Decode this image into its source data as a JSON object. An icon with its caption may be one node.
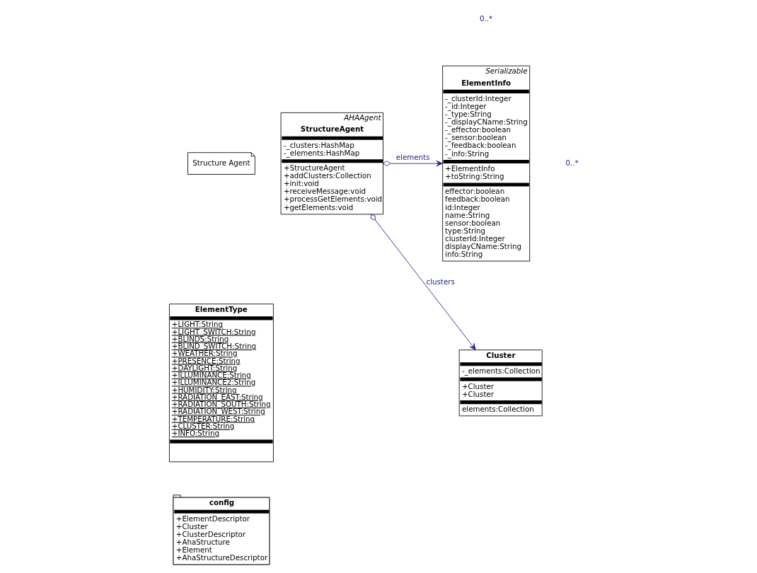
{
  "diagram": {
    "nodes": [
      {
        "text": [
          "Structure Agent"
        ]
      },
      {
        "text": [
          "AHAAgent",
          "StructureAgent",
          "-_clusters:HashMap",
          "-_elements:HashMap",
          "+StructureAgent",
          "+addClusters:Collection",
          "+init:void",
          "+receiveMessage:void",
          "+processGetElements:void",
          "+getElements:void"
        ]
      },
      {
        "text": [
          "Serializable",
          "ElementInfo",
          "-_clusterId:Integer",
          "-_id:Integer",
          "-_type:String",
          "-_displayCName:String",
          "-_effector:boolean",
          "-_sensor:boolean",
          "-_feedback:boolean",
          "-_info:String",
          "+ElementInfo",
          "+toString:String",
          "effector:boolean",
          "feedback:boolean",
          "id:Integer",
          "name:String",
          "sensor:boolean",
          "type:String",
          "clusterId:Integer",
          "displayCName:String",
          "info:String"
        ]
      },
      {
        "text": [
          "ElementType",
          "+LIGHT:String",
          "+LIGHT_SWITCH:String",
          "+BLINDS:String",
          "+BLIND_SWITCH:String",
          "+WEATHER:String",
          "+PRESENCE:String",
          "+DAYLIGHT:String",
          "+ILLUMINANCE:String",
          "+ILLUMINANCE2:String",
          "+HUMIDITY:String",
          "+RADIATION_EAST:String",
          "+RADIATION_SOUTH:String",
          "+RADIATION_WEST:String",
          "+TEMPERATURE:String",
          "+CLUSTER:String",
          "+INFO:String"
        ]
      },
      {
        "text": [
          "Cluster",
          "-_elements:Collection",
          "+Cluster",
          "+Cluster",
          "elements:Collection"
        ]
      },
      {
        "text": [
          "config",
          "+ElementDescriptor",
          "+Cluster",
          "+ClusterDescriptor",
          "+AhaStructure",
          "+Element",
          "+AhaStructureDescriptor"
        ]
      }
    ],
    "edges": [
      {
        "from": 1,
        "to": 2,
        "arrow": "to",
        "label": "elements"
      },
      {
        "from": 1,
        "to": 4,
        "arrow": "to",
        "label": "clusters"
      }
    ],
    "labels": [
      "0..*",
      "0..*"
    ]
  }
}
